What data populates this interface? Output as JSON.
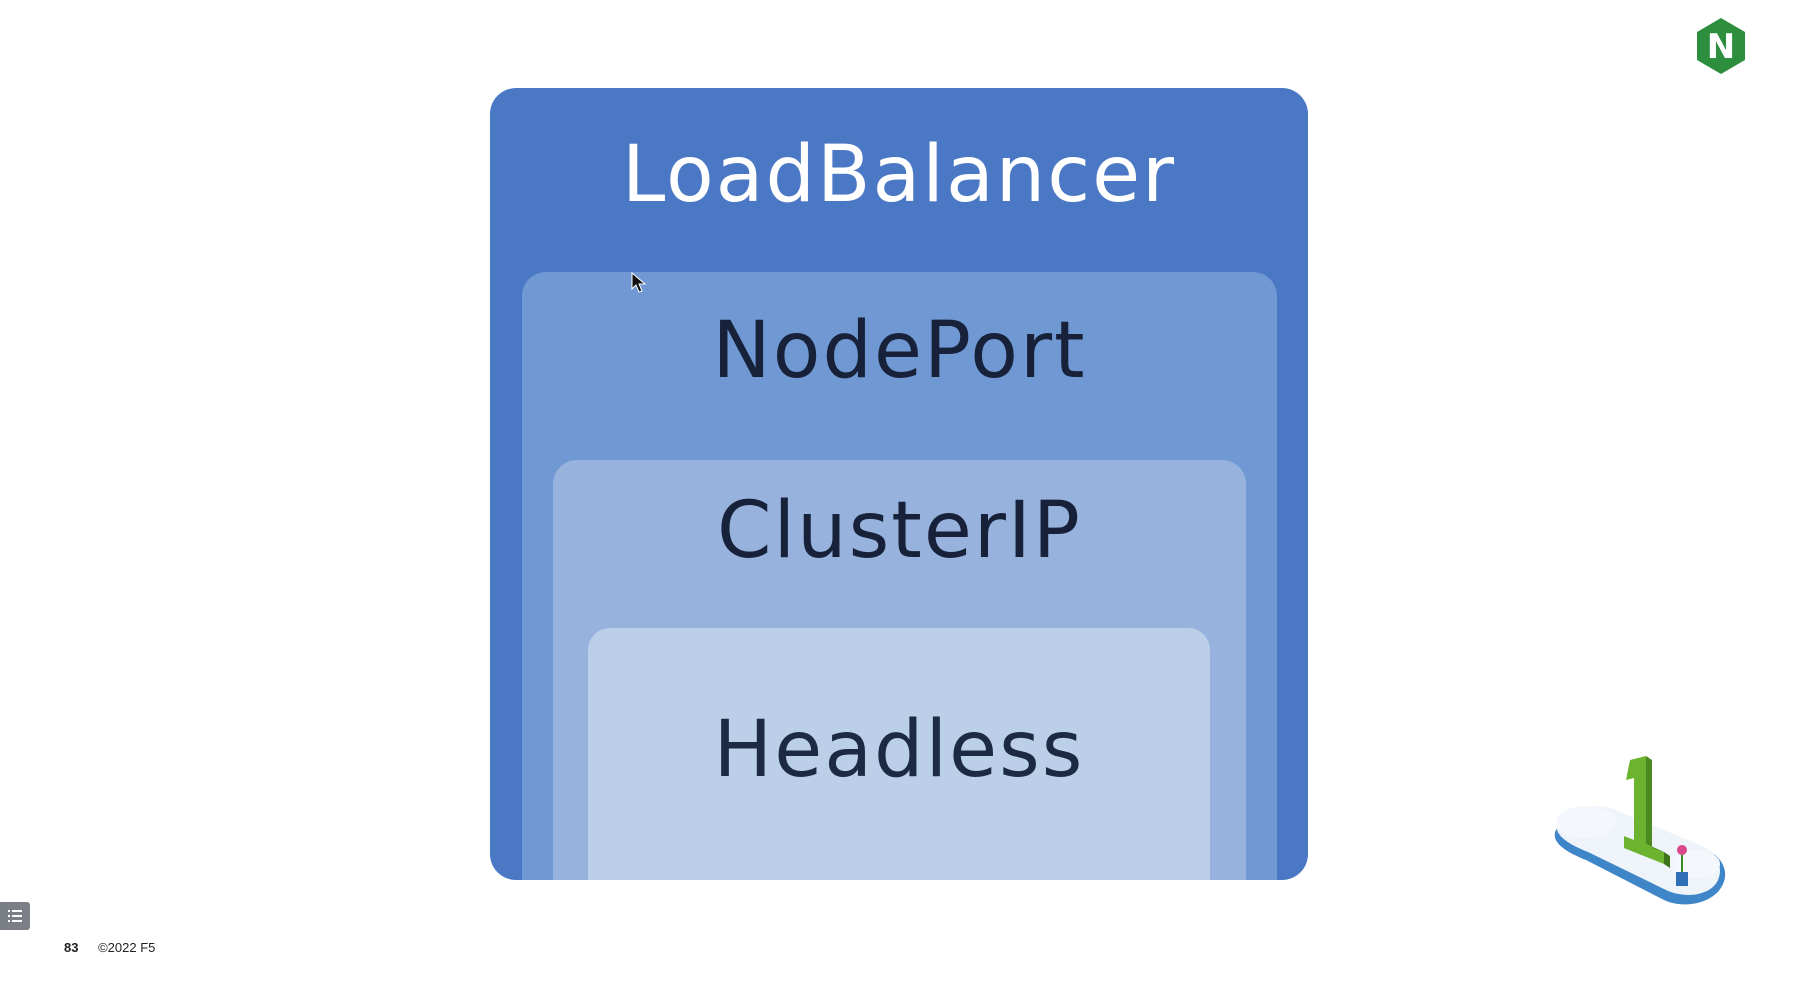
{
  "diagram": {
    "layers": [
      {
        "label": "LoadBalancer",
        "color": "#4b78c5"
      },
      {
        "label": "NodePort",
        "color": "#7098d2"
      },
      {
        "label": "ClusterIP",
        "color": "#97b3dd"
      },
      {
        "label": "Headless",
        "color": "#bccfe9"
      }
    ]
  },
  "logo": {
    "letter": "N",
    "color": "#2d8f3e",
    "icon": "nginx-logo-icon"
  },
  "footer": {
    "slide_number": "83",
    "copyright": "©2022 F5"
  },
  "icons": {
    "menu": "list-icon",
    "illustration": "cloud-number-one-icon",
    "cursor": "mouse-pointer-icon"
  }
}
